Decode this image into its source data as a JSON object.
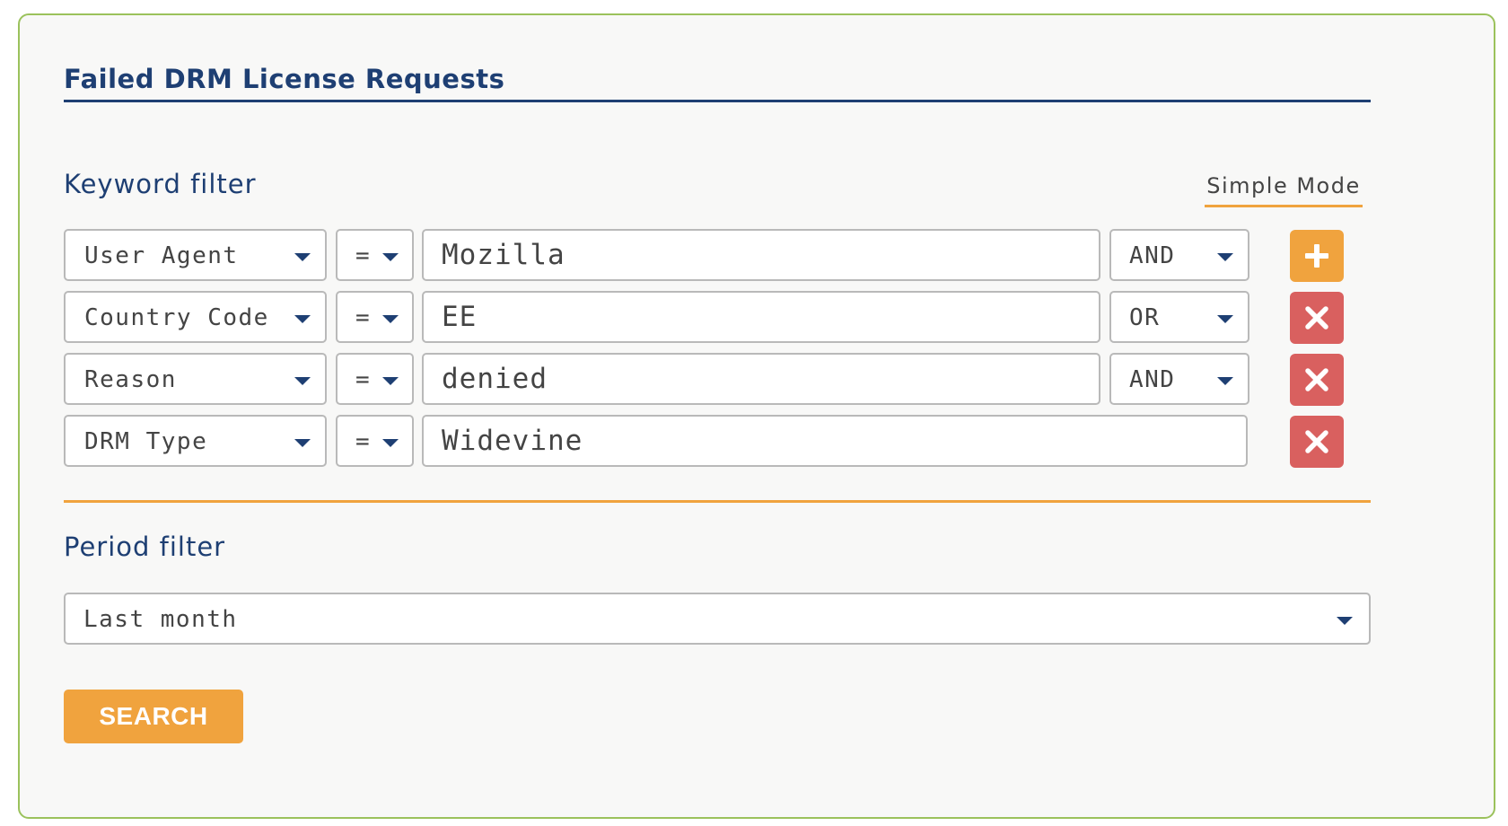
{
  "title": "Failed DRM License Requests",
  "keyword_filter": {
    "label": "Keyword filter",
    "mode_link": "Simple Mode",
    "rows": [
      {
        "field": "User Agent",
        "operator": "=",
        "value": "Mozilla",
        "conjunction": "AND",
        "action_icon": "plus-icon"
      },
      {
        "field": "Country Code",
        "operator": "=",
        "value": "EE",
        "conjunction": "OR",
        "action_icon": "close-icon"
      },
      {
        "field": "Reason",
        "operator": "=",
        "value": "denied",
        "conjunction": "AND",
        "action_icon": "close-icon"
      },
      {
        "field": "DRM Type",
        "operator": "=",
        "value": "Widevine",
        "action_icon": "close-icon"
      }
    ]
  },
  "period_filter": {
    "label": "Period filter",
    "selected": "Last month"
  },
  "search_button": "SEARCH",
  "colors": {
    "accent": "#f0a33e",
    "title": "#1e3f73",
    "remove": "#d9605f",
    "panel_border": "#9bc25c"
  }
}
